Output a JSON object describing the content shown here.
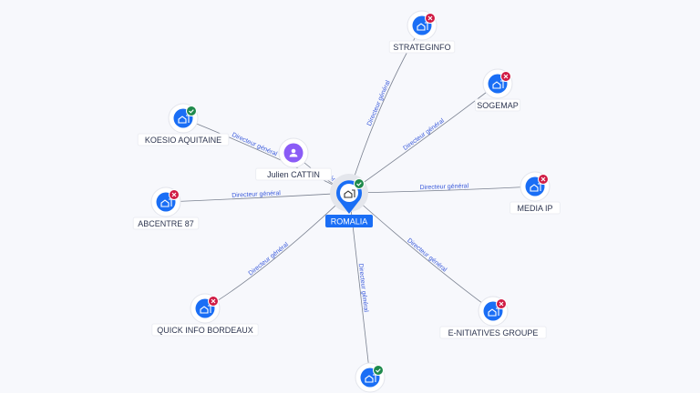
{
  "center": {
    "label": "ROMALIA",
    "status": "check"
  },
  "nodes": [
    {
      "id": "strateginfo",
      "label": "STRATEGINFO",
      "type": "company",
      "status": "cross",
      "edge_label": "Directeur général"
    },
    {
      "id": "sogemap",
      "label": "SOGEMAP",
      "type": "company",
      "status": "cross",
      "edge_label": "Directeur général"
    },
    {
      "id": "media-ip",
      "label": "MEDIA IP",
      "type": "company",
      "status": "cross",
      "edge_label": "Directeur général"
    },
    {
      "id": "e-nitiatives",
      "label": "E-NITIATIVES GROUPE",
      "type": "company",
      "status": "cross",
      "edge_label": "Directeur général"
    },
    {
      "id": "bottom",
      "label": "",
      "type": "company",
      "status": "check",
      "edge_label": "Directeur général"
    },
    {
      "id": "quick-info",
      "label": "QUICK INFO BORDEAUX",
      "type": "company",
      "status": "cross",
      "edge_label": "Directeur général"
    },
    {
      "id": "abcentre",
      "label": "ABCENTRE 87",
      "type": "company",
      "status": "cross",
      "edge_label": "Directeur général"
    },
    {
      "id": "koesio",
      "label": "KOESIO AQUITAINE",
      "type": "company",
      "status": "check",
      "edge_label": "Directeur général"
    },
    {
      "id": "julien",
      "label": "Julien CATTIN",
      "type": "person",
      "status": "",
      "edge_label": "Gérant"
    }
  ],
  "colors": {
    "company": "#1a6ef5",
    "person": "#8b5cf6",
    "check": "#1f8a4c",
    "cross": "#d01c45",
    "edge": "#7a8190",
    "edge_label": "#3b5bdb",
    "center_label_bg": "#1a6ef5"
  }
}
